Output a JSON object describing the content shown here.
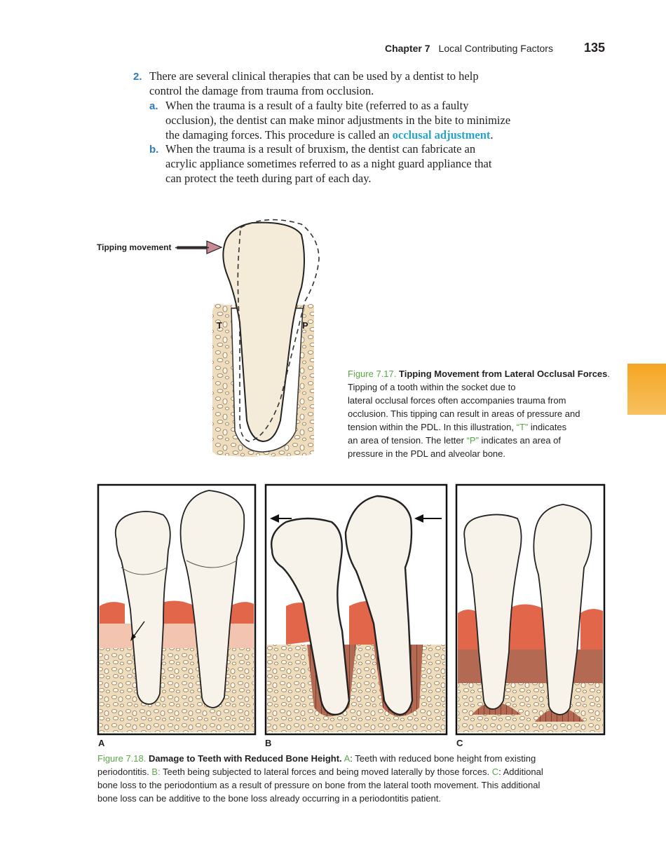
{
  "header": {
    "chapter": "Chapter 7",
    "title": "Local Contributing Factors",
    "page": "135"
  },
  "list": {
    "item2": {
      "num": "2.",
      "line1": "There are several clinical therapies that can be used by a dentist to help",
      "line2": "control the damage from trauma from occlusion."
    },
    "itemA": {
      "num": "a.",
      "line1": "When the trauma is a result of a faulty bite (referred to as a faulty",
      "line2": "occlusion), the dentist can make minor adjustments in the bite to minimize",
      "line3_pre": "the damaging forces. This procedure is called an ",
      "keyword": "occlusal adjustment",
      "line3_post": "."
    },
    "itemB": {
      "num": "b.",
      "line1": "When the trauma is a result of bruxism, the dentist can fabricate an",
      "line2": "acrylic appliance sometimes referred to as a night guard appliance that",
      "line3": "can protect the teeth during part of each day."
    }
  },
  "fig717": {
    "tipping_label": "Tipping movement",
    "label_t": "T",
    "label_p": "P",
    "caption_no": "Figure 7.17.",
    "caption_title": "Tipping Movement from Lateral Occlusal Forces",
    "caption_l1": ". Tipping of a tooth within the socket due to",
    "caption_l2": "lateral occlusal forces often accompanies trauma from",
    "caption_l3": "occlusion. This tipping can result in areas of pressure and",
    "caption_l4_pre": "tension within the PDL. In this illustration, ",
    "caption_t": "“T”",
    "caption_l4_post": " indicates",
    "caption_l5_pre": "an area of tension. The letter ",
    "caption_p": "“P”",
    "caption_l5_post": " indicates an area of",
    "caption_l6": "pressure in the PDL and alveolar bone."
  },
  "fig718": {
    "panel_a": "A",
    "panel_b": "B",
    "panel_c": "C",
    "caption_no": "Figure 7.18.",
    "caption_title": "Damage to Teeth with Reduced Bone Height.",
    "a": "A",
    "a_text": ": Teeth with reduced bone height from existing",
    "l2_pre": "periodontitis. ",
    "b": "B:",
    "b_text": " Teeth being subjected to lateral forces and being moved laterally by those forces. ",
    "c": "C",
    "c_text": ": Additional",
    "l3": "bone loss to the periodontium as a result of pressure on bone from the lateral tooth movement. This additional",
    "l4": "bone loss can be additive to the bone loss already occurring in a periodontitis patient."
  },
  "colors": {
    "accent_blue": "#2f7ab8",
    "keyword_blue": "#2aa3c9",
    "figure_green": "#5aa846",
    "tab_orange": "#f5a623"
  }
}
